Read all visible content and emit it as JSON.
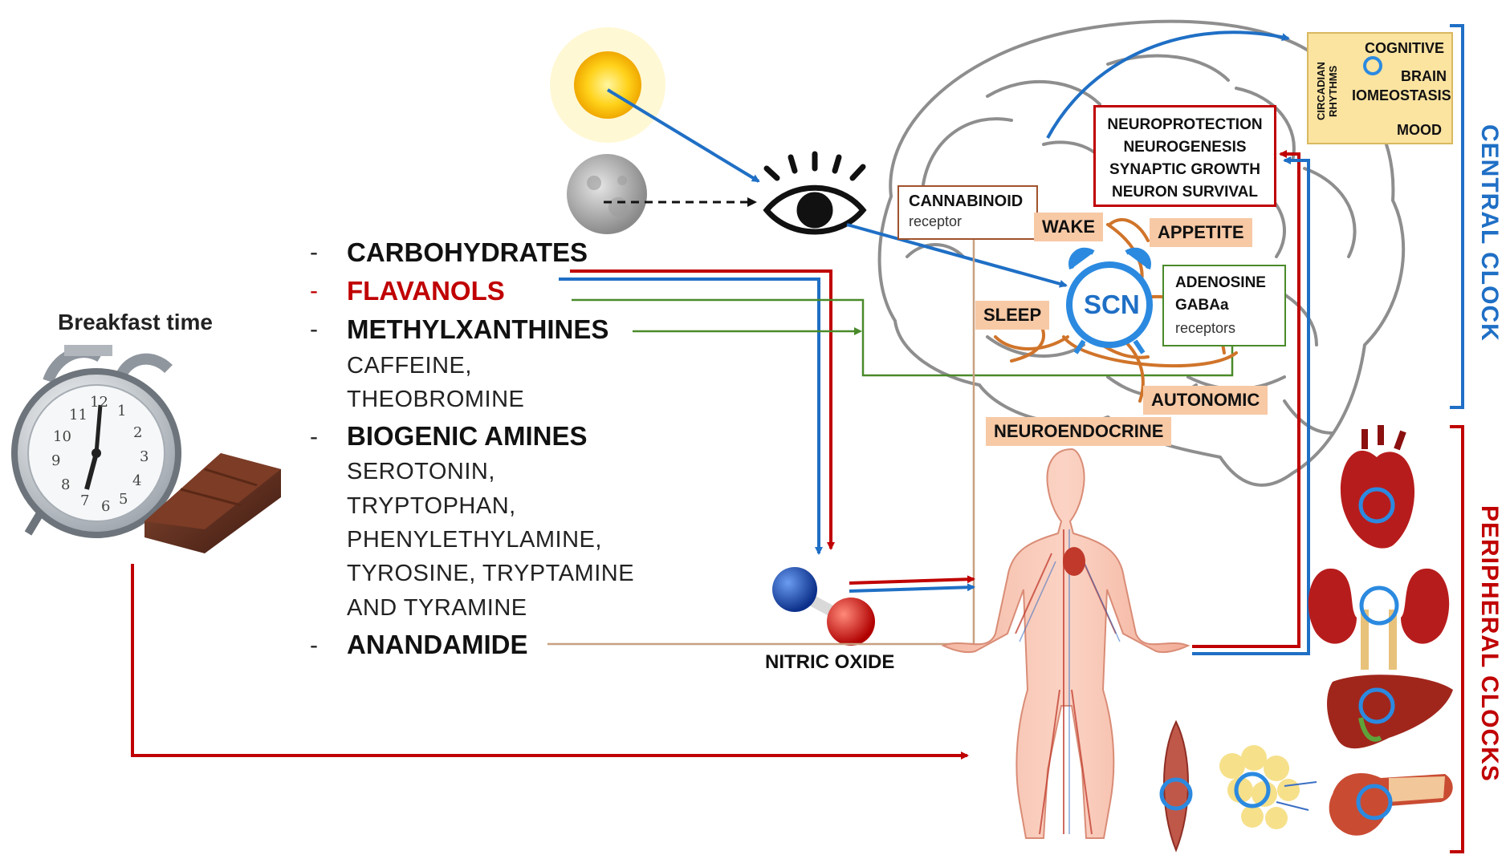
{
  "breakfast_label": "Breakfast time",
  "nutrients": [
    {
      "title": "CARBOHYDRATES",
      "title_color": "#111111",
      "details": []
    },
    {
      "title": "FLAVANOLS",
      "title_color": "#c00000",
      "details": []
    },
    {
      "title": "METHYLXANTHINES",
      "title_color": "#111111",
      "details": [
        "CAFFEINE,",
        "THEOBROMINE"
      ]
    },
    {
      "title": "BIOGENIC AMINES",
      "title_color": "#111111",
      "details": [
        "SEROTONIN,",
        "TRYPTOPHAN,",
        "PHENYLETHYLAMINE,",
        "TYROSINE, TRYPTAMINE",
        "AND TYRAMINE"
      ]
    },
    {
      "title": "ANANDAMIDE",
      "title_color": "#111111",
      "details": []
    }
  ],
  "list_dash": "-",
  "nitric_oxide_label": "NITRIC OXIDE",
  "cannabinoid_box": {
    "title": "CANNABINOID",
    "sub": "receptor"
  },
  "neuro_box": [
    "NEUROPROTECTION",
    "NEUROGENESIS",
    "SYNAPTIC GROWTH",
    "NEURON SURVIVAL"
  ],
  "adenosine_box": {
    "line1": "ADENOSINE",
    "line2": "GABAa",
    "sub": "receptors"
  },
  "cognitive_box": {
    "vertical": "CIRCADIAN RHYTHMS",
    "line1": "COGNITIVE",
    "line2": "BRAIN",
    "line3": "IOMEOSTASIS",
    "line4": "MOOD"
  },
  "functions": {
    "wake": "WAKE",
    "appetite": "APPETITE",
    "sleep": "SLEEP",
    "autonomic": "AUTONOMIC",
    "neuroendocrine": "NEUROENDOCRINE"
  },
  "scn_label": "SCN",
  "central_clock_label": "CENTRAL CLOCK",
  "peripheral_clocks_label": "PERIPHERAL CLOCKS",
  "clock_face_numbers": [
    "12",
    "1",
    "2",
    "3",
    "4",
    "5",
    "6",
    "7",
    "8",
    "9",
    "10",
    "11"
  ],
  "colors": {
    "red": "#c00000",
    "blue": "#1f6fc5",
    "green": "#4a8a2a",
    "tan": "#c8a080",
    "orange": "#d0742a",
    "peach": "#f7c9a5",
    "yellow_box": "#fbe3a0"
  }
}
